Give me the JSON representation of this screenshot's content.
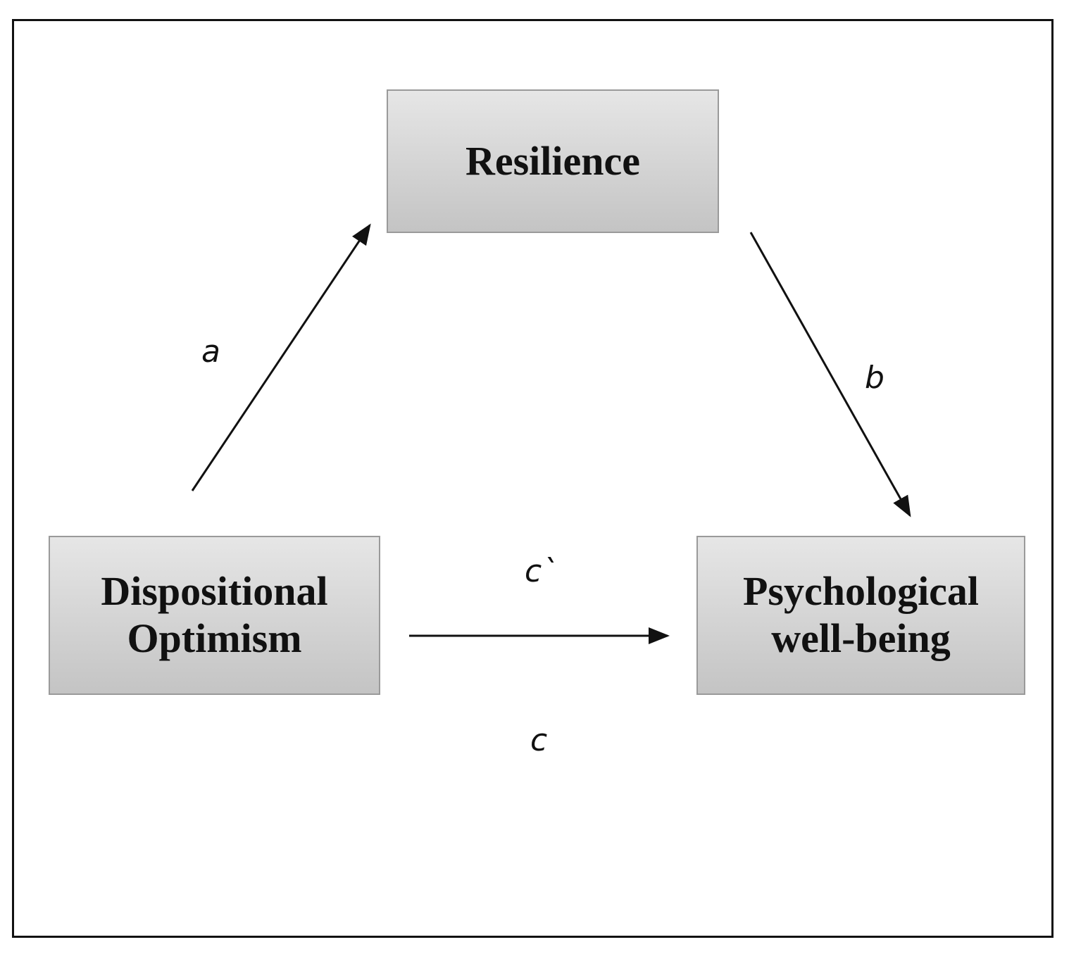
{
  "nodes": {
    "mediator": {
      "lines": [
        "Resilience"
      ]
    },
    "predictor": {
      "lines": [
        "Dispositional",
        "Optimism"
      ]
    },
    "outcome": {
      "lines": [
        "Psychological",
        "well-being"
      ]
    }
  },
  "paths": {
    "a": "a",
    "b": "b",
    "c_prime": "c`",
    "c": "c"
  },
  "colors": {
    "box_fill_top": "#e6e6e6",
    "box_fill_bottom": "#c4c4c4",
    "box_border": "#9a9a9a",
    "arrow": "#111111"
  }
}
